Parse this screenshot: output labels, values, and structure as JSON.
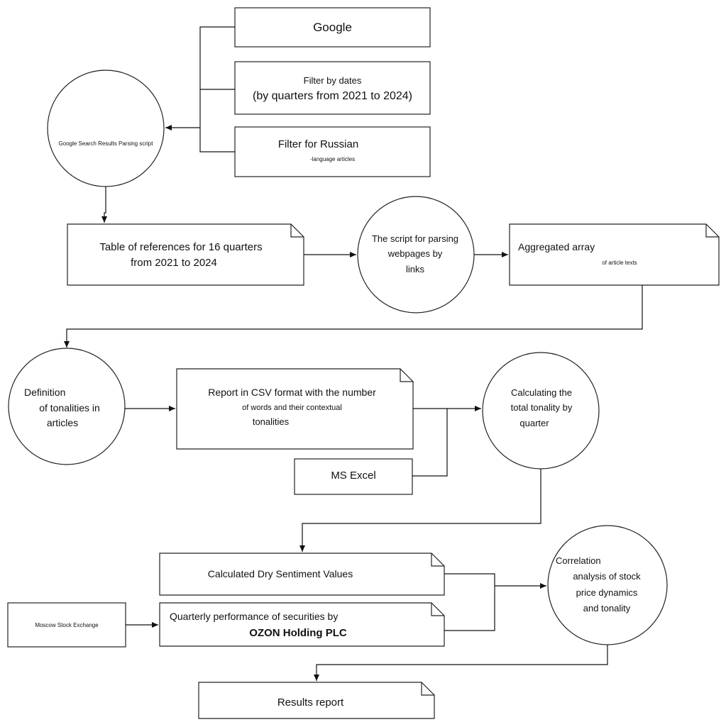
{
  "nodes": {
    "google": {
      "label": "Google"
    },
    "filter_dates": {
      "line1": "Filter by dates",
      "line2": "(by quarters from 2021 to 2024)"
    },
    "filter_russian": {
      "line1": "Filter for Russian",
      "line2": "-language articles"
    },
    "parsing_script": {
      "label": "Google Search Results Parsing script"
    },
    "references_table": {
      "line1": "Table of references for 16 quarters",
      "line2": "from 2021 to 2024"
    },
    "webpage_parser": {
      "line1": "The script for parsing",
      "line2": "webpages by",
      "line3": "links"
    },
    "aggregated_array": {
      "line1": "Aggregated array",
      "line2": "of article texts"
    },
    "tonality_definition": {
      "line1": "Definition",
      "line2": "of tonalities in",
      "line3": "articles"
    },
    "csv_report": {
      "line1": "Report in CSV format with the number",
      "line2": "of words and their contextual",
      "line3": "tonalities"
    },
    "ms_excel": {
      "label": "MS Excel"
    },
    "total_tonality": {
      "line1": "Calculating the",
      "line2": "total tonality by",
      "line3": "quarter"
    },
    "dry_sentiment": {
      "label": "Calculated Dry Sentiment Values"
    },
    "moscow_exchange": {
      "label": "Moscow Stock Exchange"
    },
    "quarterly_performance": {
      "line1": "Quarterly performance of securities by",
      "line2": "OZON Holding PLC"
    },
    "correlation": {
      "line1": "Correlation",
      "line2": "analysis of stock",
      "line3": "price dynamics",
      "line4": "and tonality"
    },
    "results_report": {
      "label": "Results report"
    }
  }
}
